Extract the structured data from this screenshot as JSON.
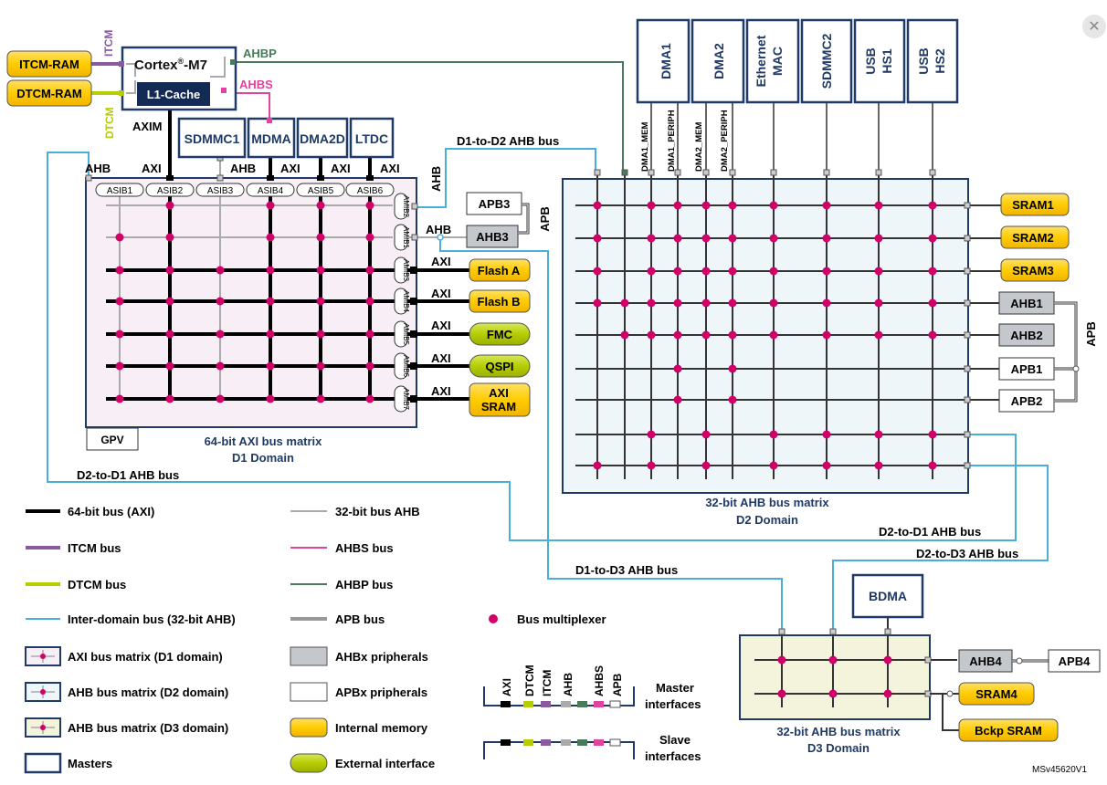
{
  "masters": {
    "cortex_name": "Cortex",
    "cortex_sup": "®",
    "cortex_suffix": "-M7",
    "l1_cache": "L1-Cache",
    "sdmmc1": "SDMMC1",
    "mdma": "MDMA",
    "dma2d": "DMA2D",
    "ltdc": "LTDC",
    "dma1": "DMA1",
    "dma2": "DMA2",
    "eth_line1": "Ethernet",
    "eth_line2": "MAC",
    "sdmmc2": "SDMMC2",
    "usbhs1_line1": "USB",
    "usbhs1_line2": "HS1",
    "usbhs2_line1": "USB",
    "usbhs2_line2": "HS2",
    "bdma": "BDMA"
  },
  "memories": {
    "itcm_ram": "ITCM-RAM",
    "dtcm_ram": "DTCM-RAM",
    "flash_a": "Flash A",
    "flash_b": "Flash B",
    "fmc": "FMC",
    "qspi": "QSPI",
    "axi_sram_line1": "AXI",
    "axi_sram_line2": "SRAM",
    "sram1": "SRAM1",
    "sram2": "SRAM2",
    "sram3": "SRAM3",
    "sram4": "SRAM4",
    "bckp_sram": "Bckp SRAM"
  },
  "peripherals": {
    "apb3": "APB3",
    "ahb3": "AHB3",
    "ahb1": "AHB1",
    "ahb2": "AHB2",
    "apb1": "APB1",
    "apb2": "APB2",
    "ahb4": "AHB4",
    "apb4": "APB4",
    "gpv": "GPV"
  },
  "bus_labels": {
    "itcm": "ITCM",
    "dtcm": "DTCM",
    "ahbp": "AHBP",
    "ahbs": "AHBS",
    "axim": "AXIM",
    "ahb": "AHB",
    "axi": "AXI",
    "apb": "APB",
    "d1_to_d2": "D1-to-D2 AHB bus",
    "d2_to_d1_left": "D2-to-D1 AHB bus",
    "d2_to_d1_right": "D2-to-D1 AHB bus",
    "d2_to_d3": "D2-to-D3 AHB bus",
    "d1_to_d3": "D1-to-D3 AHB bus",
    "dma1_mem": "DMA1_MEM",
    "dma1_periph": "DMA1_PERIPH",
    "dma2_mem": "DMA2_MEM",
    "dma2_periph": "DMA2_PERIPH"
  },
  "ports": {
    "asib": [
      "ASIB1",
      "ASIB2",
      "ASIB3",
      "ASIB4",
      "ASIB5",
      "ASIB6"
    ],
    "amib": [
      "AMIB2",
      "AMIB1",
      "AMIB3",
      "AMIB4",
      "AMIB5",
      "AMIB6",
      "AMIB7"
    ]
  },
  "matrices": {
    "d1_line1": "64-bit AXI bus matrix",
    "d1_line2": "D1 Domain",
    "d2_line1": "32-bit AHB bus matrix",
    "d2_line2": "D2 Domain",
    "d3_line1": "32-bit AHB bus matrix",
    "d3_line2": "D3 Domain"
  },
  "legend": {
    "bus_64": "64-bit bus (AXI)",
    "itcm_bus": "ITCM bus",
    "dtcm_bus": "DTCM bus",
    "inter_domain": "Inter-domain bus (32-bit AHB)",
    "axi_matrix": "AXI bus matrix (D1 domain)",
    "ahb_matrix_d2": "AHB bus matrix (D2 domain)",
    "ahb_matrix_d3": "AHB bus matrix (D3 domain)",
    "masters": "Masters",
    "bus_32": "32-bit bus AHB",
    "ahbs_bus": "AHBS bus",
    "ahbp_bus": "AHBP bus",
    "apb_bus": "APB bus",
    "ahbx_periph": "AHBx pripherals",
    "apbx_periph": "APBx pripherals",
    "internal_memory": "Internal memory",
    "external_interface": "External interface",
    "bus_mux": "Bus multiplexer",
    "iface_cols": [
      "AXI",
      "DTCM",
      "ITCM",
      "AHB",
      "AHBS",
      "APB"
    ],
    "master_if_line1": "Master",
    "master_if_line2": "interfaces",
    "slave_if_line1": "Slave",
    "slave_if_line2": "interfaces"
  },
  "footer": {
    "ref": "MSv45620V1"
  },
  "ui": {
    "close_symbol": "✕"
  },
  "colors": {
    "axi": "#000000",
    "itcm": "#8a5a9e",
    "dtcm": "#b6cd00",
    "inter_domain": "#4aaedd",
    "ahb32": "#aaaaaa",
    "ahbs": "#e0449c",
    "ahbp": "#4a7a5a",
    "master_border": "#1f3a66",
    "memory_fill": "#ffd100",
    "external_fill": "#b6cd00",
    "mux": "#d10068",
    "d1_fill": "#f7eef6",
    "d2_fill": "#eef6fa",
    "d3_fill": "#f4f4dc"
  }
}
